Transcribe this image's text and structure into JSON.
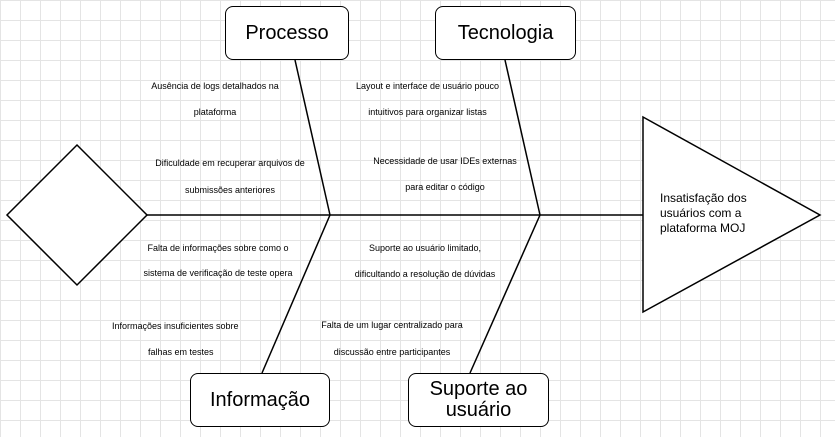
{
  "categories": {
    "processo": "Processo",
    "tecnologia": "Tecnologia",
    "informacao": "Informação",
    "suporte": "Suporte ao usuário"
  },
  "effect": "Insatisfação dos usuários com a plataforma MOJ",
  "causes": {
    "processo": [
      [
        "Ausência de logs detalhados na",
        "plataforma"
      ],
      [
        "Dificuldade em recuperar arquivos de",
        "submissões anteriores"
      ]
    ],
    "tecnologia": [
      [
        "Layout e interface de usuário pouco",
        "intuitivos para organizar listas"
      ],
      [
        "Necessidade de usar IDEs externas",
        "para editar o código"
      ]
    ],
    "informacao": [
      [
        "Falta de informações sobre como o",
        "sistema de verificação de teste opera"
      ],
      [
        "Informações insuficientes sobre",
        "falhas em testes"
      ]
    ],
    "suporte": [
      [
        "Suporte ao usuário limitado,",
        "dificultando a resolução de dúvidas"
      ],
      [
        "Falta de um lugar centralizado para",
        "discussão entre participantes"
      ]
    ]
  }
}
